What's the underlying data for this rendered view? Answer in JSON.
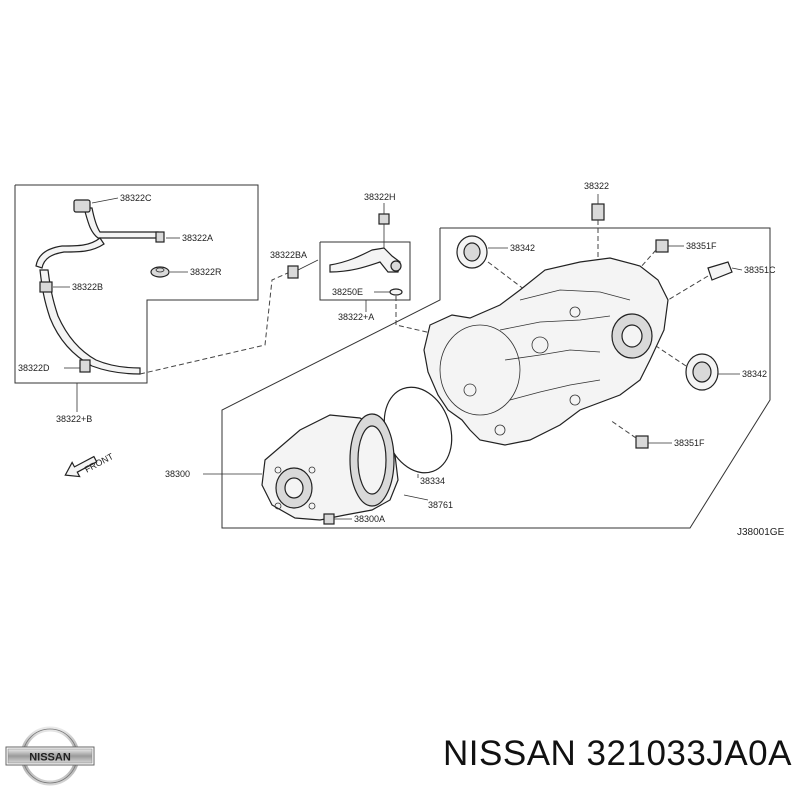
{
  "diagram": {
    "labels": {
      "p38322C": "38322C",
      "p38322A": "38322A",
      "p38322R": "38322R",
      "p38322B": "38322B",
      "p38322D": "38322D",
      "p38322plusB": "38322+B",
      "p38322H": "38322H",
      "p38322BA": "38322BA",
      "p38250E": "38250E",
      "p38322plusA": "38322+A",
      "p38322": "38322",
      "p38342_top": "38342",
      "p38351F_top": "38351F",
      "p38351C": "38351C",
      "p38342_right": "38342",
      "p38351F_bottom": "38351F",
      "p38300": "38300",
      "p38334": "38334",
      "p38761": "38761",
      "p38300A": "38300A",
      "front": "FRONT",
      "ref_code": "J38001GE"
    }
  },
  "brand": {
    "logo_text": "NISSAN",
    "title": "NISSAN 321033JA0A"
  }
}
